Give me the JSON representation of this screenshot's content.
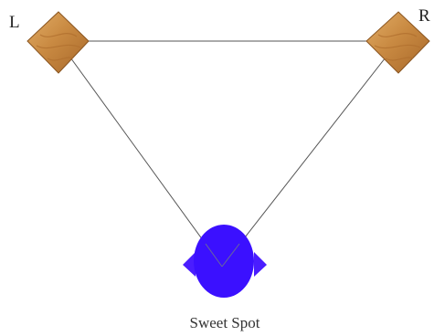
{
  "speakers": {
    "left_label": "L",
    "right_label": "R",
    "finish": "wood"
  },
  "listener": {
    "caption": "Sweet Spot"
  },
  "colors": {
    "wood_light": "#d9a25a",
    "wood_dark": "#a8682a",
    "wood_grain": "#b97934",
    "listener_fill": "#3b10ff",
    "lines": "#555555"
  }
}
